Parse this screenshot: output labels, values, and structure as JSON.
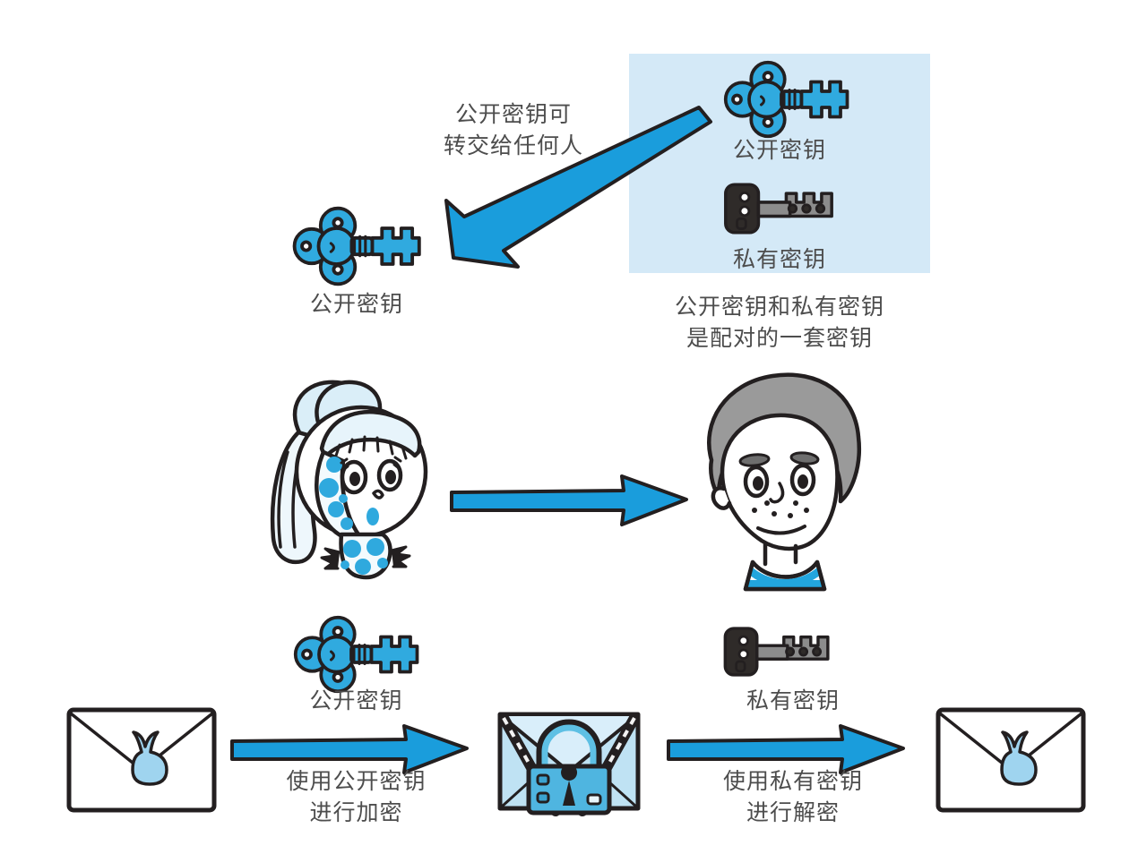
{
  "diagram": {
    "title": "公开密钥加密示意图",
    "background_color": "#ffffff",
    "accent_blue": "#1a9ddc",
    "panel_bg": "#d4e9f7",
    "outline": "#231f20",
    "text_color": "#4d4d4d",
    "private_key_dark": "#2f2b29",
    "private_key_gray": "#8c8c8c"
  },
  "labels": {
    "transfer_note": "公开密钥可\n转交给任何人",
    "left_public_key": "公开密钥",
    "panel_public_key": "公开密钥",
    "panel_private_key": "私有密钥",
    "pair_note": "公开密钥和私有密钥\n是配对的一套密钥",
    "bottom_public_key": "公开密钥",
    "encrypt_note": "使用公开密钥\n进行加密",
    "bottom_private_key": "私有密钥",
    "decrypt_note": "使用私有密钥\n进行解密"
  },
  "icons": {
    "public_key": "public-key-icon",
    "private_key": "private-key-icon",
    "envelope_plain": "envelope-icon",
    "envelope_locked": "locked-envelope-icon",
    "padlock": "padlock-icon",
    "girl": "girl-avatar",
    "boy": "boy-avatar",
    "arrow_diagonal": "diagonal-arrow-icon",
    "arrow_right": "right-arrow-icon"
  },
  "flow": {
    "steps": [
      {
        "name": "plain-letter",
        "label": ""
      },
      {
        "name": "encrypt",
        "label": "使用公开密钥\n进行加密"
      },
      {
        "name": "locked-letter",
        "label": ""
      },
      {
        "name": "decrypt",
        "label": "使用私有密钥\n进行解密"
      },
      {
        "name": "delivered-letter",
        "label": ""
      }
    ]
  }
}
